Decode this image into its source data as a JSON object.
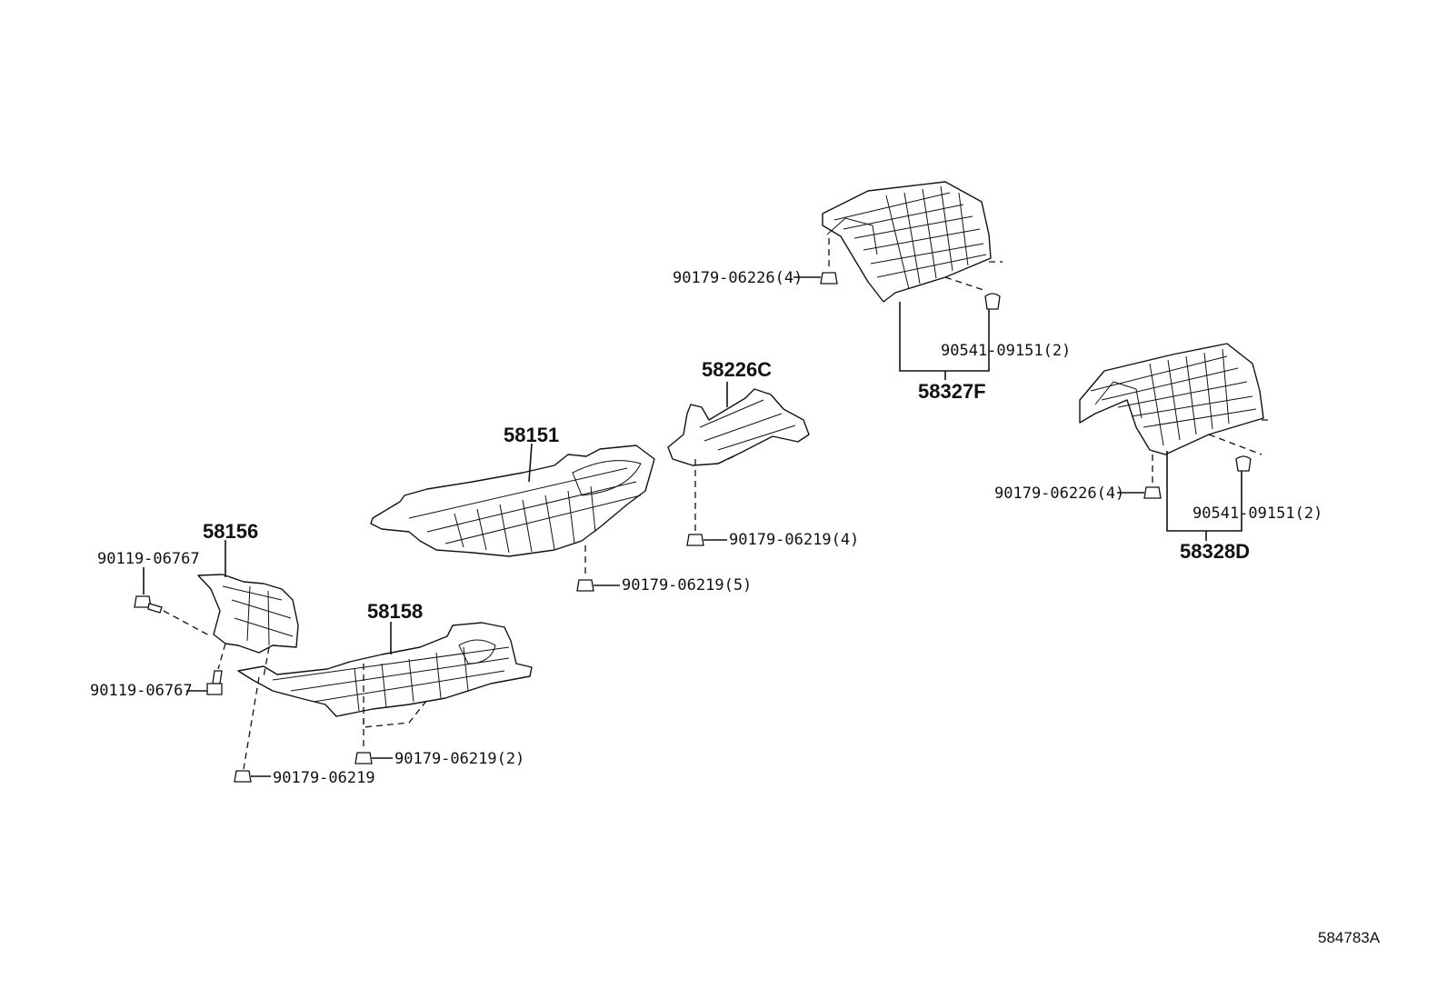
{
  "labels": {
    "p58156": "58156",
    "p58151": "58151",
    "p58158": "58158",
    "p58226c": "58226C",
    "p58327f": "58327F",
    "p58328d": "58328D",
    "b90119a": "90119-06767",
    "b90119b": "90119-06767",
    "n90179_06219": "90179-06219",
    "n90179_06219_2": "90179-06219(2)",
    "n90179_06219_5": "90179-06219(5)",
    "n90179_06219_4": "90179-06219(4)",
    "n90179_06226_4a": "90179-06226(4)",
    "n90179_06226_4b": "90179-06226(4)",
    "c90541_a": "90541-09151(2)",
    "c90541_b": "90541-09151(2)"
  },
  "footer": {
    "code": "584783A"
  }
}
